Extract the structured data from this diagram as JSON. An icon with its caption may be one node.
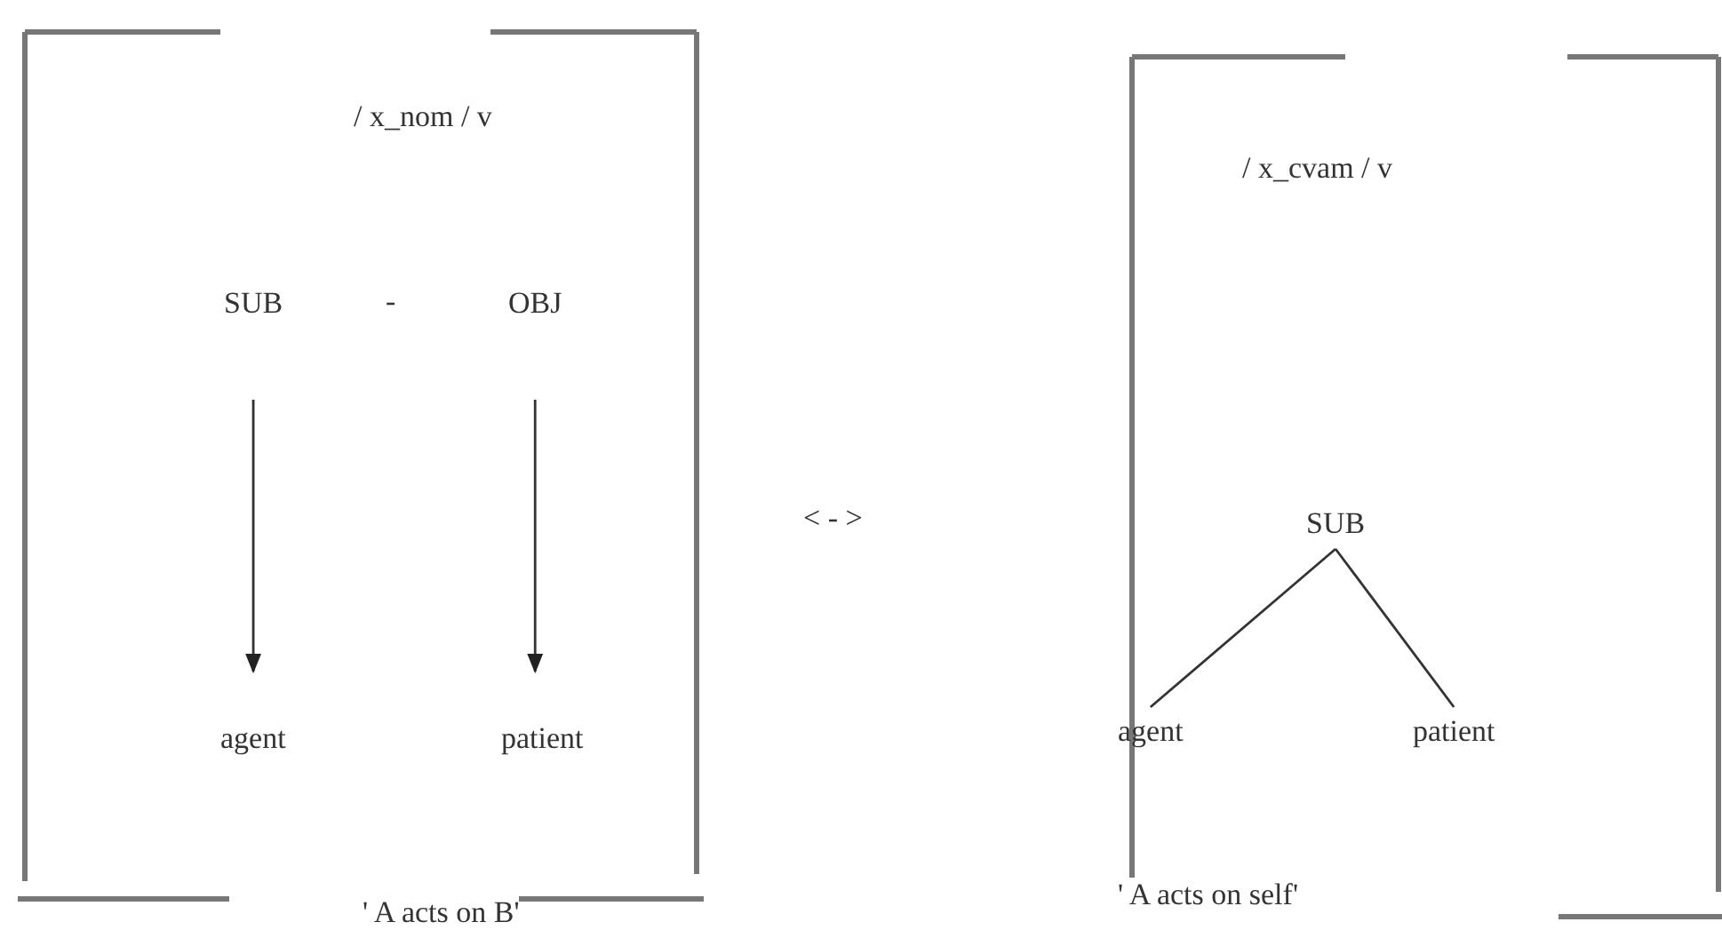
{
  "diagram": {
    "nodes": [
      {
        "text": [
          "/ x_nom / v",
          "' A acts on B'"
        ]
      },
      {
        "text": [
          "SUB"
        ],
        "in": 0
      },
      {
        "text": [
          "OBJ"
        ],
        "in": 0
      },
      {
        "text": [
          "agent"
        ],
        "in": 0
      },
      {
        "text": [
          "patient"
        ],
        "in": 0
      },
      {
        "text": [
          "/ x_cvam / v",
          "' A acts on self'"
        ]
      },
      {
        "text": [
          "SUB"
        ],
        "in": 5
      },
      {
        "text": [
          "agent"
        ],
        "in": 5
      },
      {
        "text": [
          "patient"
        ],
        "in": 5
      }
    ],
    "edges": [
      {
        "from": 1,
        "to": 3,
        "arrow": "to"
      },
      {
        "from": 2,
        "to": 4,
        "arrow": "to"
      },
      {
        "from": 6,
        "to": 7,
        "arrow": "none"
      },
      {
        "from": 6,
        "to": 8,
        "arrow": "none"
      }
    ],
    "labels": [
      "-",
      "< - >"
    ]
  }
}
